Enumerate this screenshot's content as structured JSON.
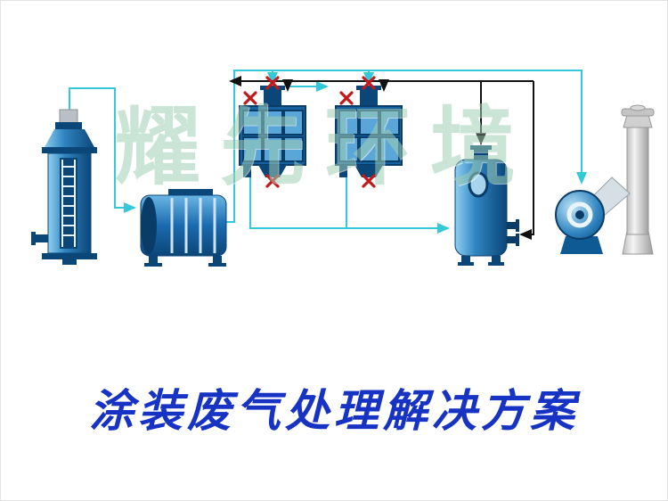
{
  "title": {
    "text": "涂装废气处理解决方案"
  },
  "watermark": {
    "text": "耀先环境"
  },
  "colors": {
    "equipment_blue": "#1a6ab0",
    "equipment_blue_dark": "#0b4678",
    "equipment_panel_light": "#5aa6d8",
    "pipe_cyan": "#35c8d8",
    "pipe_black": "#111111",
    "valve_red": "#c21a1a",
    "chimney_gray": "#d9d9d9",
    "title_blue": "#1733c4",
    "watermark_green": "#9fceb4",
    "background": "#ffffff"
  },
  "diagram": {
    "equipment": [
      "spray-tower",
      "horizontal-treatment-tank",
      "carbon-adsorption-box-1",
      "carbon-adsorption-box-2",
      "vertical-tank",
      "centrifugal-fan",
      "exhaust-chimney"
    ]
  }
}
